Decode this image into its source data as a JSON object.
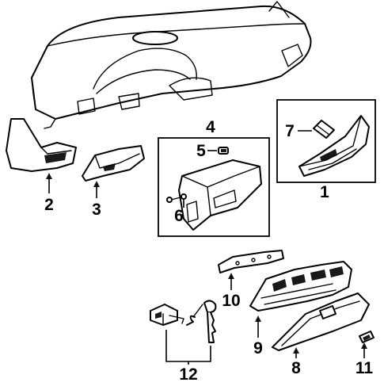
{
  "callouts": {
    "c1": "1",
    "c2": "2",
    "c3": "3",
    "c4": "4",
    "c5": "5",
    "c6": "6",
    "c7": "7",
    "c8": "8",
    "c9": "9",
    "c10": "10",
    "c11": "11",
    "c12": "12"
  },
  "icons": {
    "dashboard": "instrument-panel",
    "end_cover": "end-cover-panel",
    "lower_trim": "lower-trim-panel",
    "compartment": "glove-compartment-bin",
    "lock_cylinder": "lock-cylinder",
    "compartment_door": "compartment-door",
    "hinge": "hinge-bracket",
    "striker": "striker",
    "lock_key": "lock-and-key"
  }
}
